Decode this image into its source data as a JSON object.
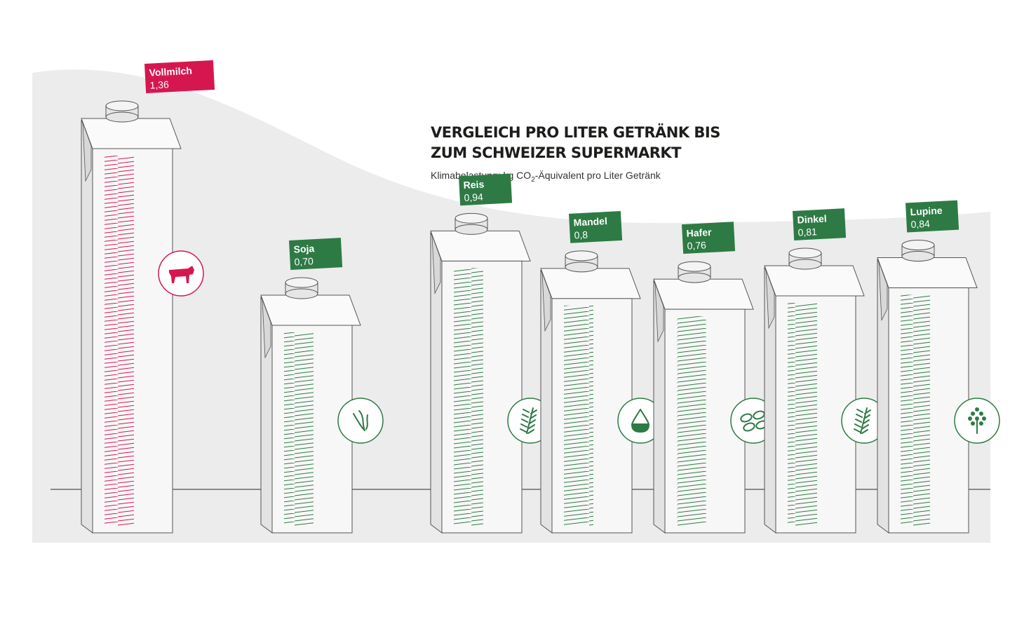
{
  "colors": {
    "dairy": "#d6174f",
    "plant": "#2e7a45",
    "background_band": "#ececec",
    "carton_front": "#f7f7f7",
    "carton_side": "#e3e3e3",
    "outline": "#555555"
  },
  "chart_data": {
    "type": "bar",
    "title_lines": [
      "VERGLEICH PRO LITER GETRÄNK BIS",
      "ZUM SCHWEIZER SUPERMARKT"
    ],
    "subtitle": {
      "prefix": "Klimabelastung: kg CO",
      "subscript": "2",
      "suffix": "-Äquivalent pro Liter Getränk"
    },
    "unit": "kg CO2-Äquivalent pro Liter Getränk",
    "decimal_separator": ",",
    "categories": [
      "Vollmilch",
      "Soja",
      "Reis",
      "Mandel",
      "Hafer",
      "Dinkel",
      "Lupine"
    ],
    "values": [
      1.36,
      0.7,
      0.94,
      0.8,
      0.76,
      0.81,
      0.84
    ],
    "value_labels": [
      "1,36",
      "0,70",
      "0,94",
      "0,8",
      "0,76",
      "0,81",
      "0,84"
    ],
    "series_group": [
      "dairy",
      "plant",
      "plant",
      "plant",
      "plant",
      "plant",
      "plant"
    ],
    "icons": [
      "cow-icon",
      "soy-icon",
      "rice-icon",
      "almond-icon",
      "oat-icon",
      "spelt-icon",
      "lupine-icon"
    ],
    "ylim": [
      0,
      1.4
    ],
    "grid": false,
    "legend": "none"
  }
}
